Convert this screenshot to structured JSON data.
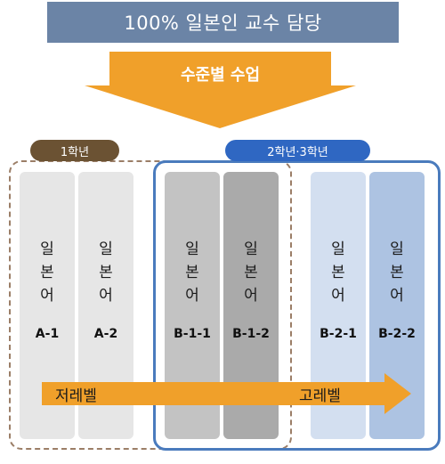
{
  "title": "100% 일본인 교수 담당",
  "funnel_label": "수준별 수업",
  "groups": [
    {
      "label": "1학년"
    },
    {
      "label": "2학년·3학년"
    }
  ],
  "columns": [
    {
      "subject": [
        "일",
        "본",
        "어"
      ],
      "code": "A-1",
      "color": "#e6e6e6"
    },
    {
      "subject": [
        "일",
        "본",
        "어"
      ],
      "code": "A-2",
      "color": "#e6e6e6"
    },
    {
      "subject": [
        "일",
        "본",
        "어"
      ],
      "code": "B-1-1",
      "color": "#c3c3c3"
    },
    {
      "subject": [
        "일",
        "본",
        "어"
      ],
      "code": "B-1-2",
      "color": "#aaaaaa"
    },
    {
      "subject": [
        "일",
        "본",
        "어"
      ],
      "code": "B-2-1",
      "color": "#d3dff0"
    },
    {
      "subject": [
        "일",
        "본",
        "어"
      ],
      "code": "B-2-2",
      "color": "#adc3e2"
    }
  ],
  "level_arrow": {
    "low": "저레벨",
    "high": "고레벨",
    "color": "#f0a02a"
  },
  "colors": {
    "banner": "#6b84a6",
    "funnel": "#f0a02a",
    "group1": "#6b5233",
    "group2": "#2f67c2"
  }
}
